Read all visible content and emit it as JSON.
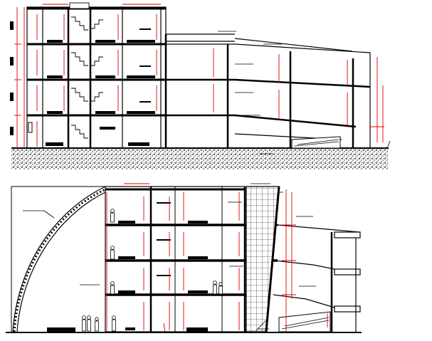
{
  "drawing": {
    "type": "architectural-section",
    "views": [
      {
        "id": "section-a",
        "floors": 4,
        "has_ramp": true,
        "has_stair": true
      },
      {
        "id": "section-b",
        "floors": 4,
        "has_vault": true,
        "has_ramp": true,
        "has_glazed_core": true
      }
    ],
    "colors": {
      "structure": "#000000",
      "dimension": "#e00000",
      "ground_hatch": "#000000",
      "background": "#ffffff"
    }
  }
}
